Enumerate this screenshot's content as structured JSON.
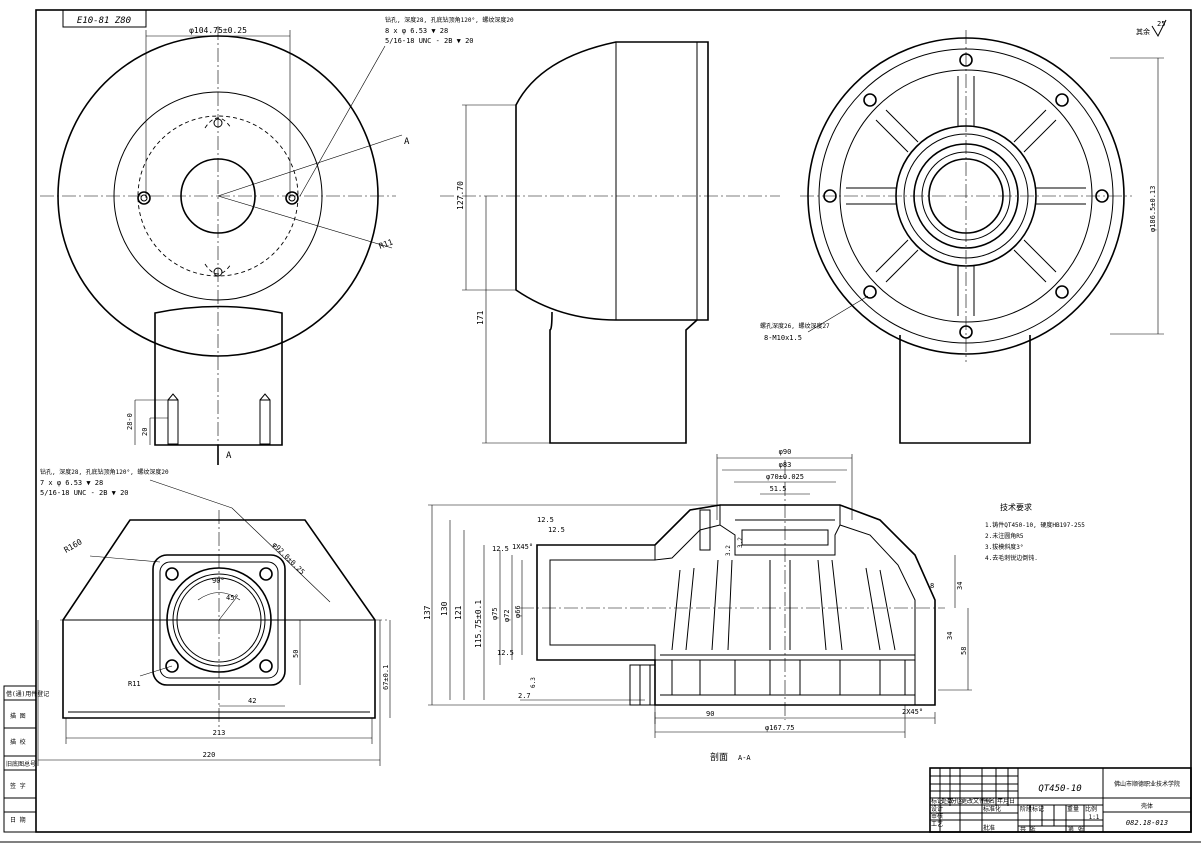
{
  "drawing": {
    "top_left_code": "E10-81 Z80",
    "roughness_symbol": "25",
    "roughness_prefix": "其余",
    "note_top_1": "钻孔, 深度28, 孔底钻顶角120°, 螺纹深度20",
    "note_top_2": "8 x φ 6.53 ▼ 28",
    "note_top_3": "5/16-18 UNC - 2B ▼ 20",
    "note_bottom_1": "钻孔, 深度28, 孔底钻顶角120°, 螺纹深度20",
    "note_bottom_2": "7 x φ 6.53 ▼ 28",
    "note_bottom_3": "5/16-18 UNC - 2B ▼ 20",
    "note_right_1": "螺孔深度26, 螺纹深度27",
    "note_right_2": "8-M10x1.5",
    "dim_104": "φ104.75±0.25",
    "dim_r11": "R11",
    "dim_r11b": "R11",
    "dim_r160": "R160",
    "dim_12770": "127.70",
    "dim_171": "171",
    "dim_186": "φ186.5±0.13",
    "dim_28": "28-0",
    "dim_20": "20",
    "dim_92": "φ92.0±0.25",
    "dim_90deg": "90°",
    "dim_45deg": "45°",
    "dim_50": "50",
    "dim_42": "42",
    "dim_67": "67±0.1",
    "dim_213": "213",
    "dim_220": "220",
    "dim_90s": "φ90",
    "dim_83": "φ83",
    "dim_70": "φ70±0.025",
    "dim_515": "51.5",
    "dim_125a": "12.5",
    "dim_125b": "12.5",
    "dim_125c": "12.5",
    "dim_125d": "12.5",
    "dim_1x45": "1X45°",
    "dim_32a": "3.2",
    "dim_32b": "3.2",
    "dim_137": "137",
    "dim_130": "130",
    "dim_121": "121",
    "dim_11575": "115.75±0.1",
    "dim_75": "φ75",
    "dim_72": "φ72",
    "dim_66": "φ66",
    "dim_63": "6.3",
    "dim_27": "2.7",
    "dim_90b": "90",
    "dim_167": "φ167.75",
    "dim_2x45": "2X45°",
    "dim_34a": "34",
    "dim_34b": "34",
    "dim_58": "58",
    "dim_8": "8",
    "label_a_top": "A",
    "label_a_bottom": "A",
    "section_label": "剖面",
    "section_name": "A-A",
    "tech_title": "技术要求",
    "tech_1": "1.铸件QT450-10, 硬度HB197-255",
    "tech_2": "2.未注圆角R5",
    "tech_3": "3.拔模斜度3°",
    "tech_4": "4.去毛刺锐边倒钝."
  },
  "side_stamp": [
    "借(通)用件登记",
    "描 图",
    "描 校",
    "旧底图总号",
    "签 字",
    "日 期"
  ],
  "title_block": {
    "material": "QT450-10",
    "school": "佛山市顺德职业技术学院",
    "part_name": "壳体",
    "drawing_no": "082.18-013",
    "scale": "1:1",
    "h_mark": "标记",
    "h_count": "处数",
    "h_zone": "分区",
    "h_doc": "更改文件号",
    "h_sign": "签名",
    "h_date": "年月日",
    "h_design": "设计",
    "h_std": "标准化",
    "h_stage": "阶段标记",
    "h_weight": "重量",
    "h_ratio": "比例",
    "h_review": "审核",
    "h_craft": "工艺",
    "h_approve": "批准",
    "h_sheets": "共 张",
    "h_sheet": "第 张"
  }
}
